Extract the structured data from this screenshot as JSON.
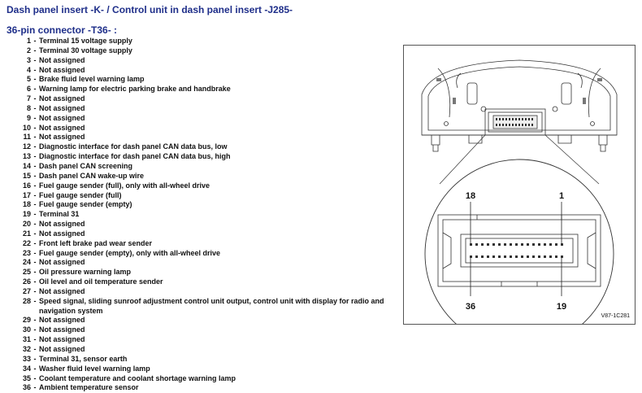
{
  "header": {
    "title": "Dash panel insert -K- / Control unit in dash panel insert -J285-",
    "subtitle": "36-pin connector -T36- :"
  },
  "pins": [
    {
      "num": "1",
      "desc": "Terminal 15 voltage supply"
    },
    {
      "num": "2",
      "desc": "Terminal 30 voltage supply"
    },
    {
      "num": "3",
      "desc": "Not assigned"
    },
    {
      "num": "4",
      "desc": "Not assigned"
    },
    {
      "num": "5",
      "desc": "Brake fluid level warning lamp"
    },
    {
      "num": "6",
      "desc": "Warning lamp for electric parking brake and handbrake"
    },
    {
      "num": "7",
      "desc": "Not assigned"
    },
    {
      "num": "8",
      "desc": "Not assigned"
    },
    {
      "num": "9",
      "desc": "Not assigned"
    },
    {
      "num": "10",
      "desc": "Not assigned"
    },
    {
      "num": "11",
      "desc": "Not assigned"
    },
    {
      "num": "12",
      "desc": "Diagnostic interface for dash panel CAN data bus, low"
    },
    {
      "num": "13",
      "desc": "Diagnostic interface for dash panel CAN data bus, high"
    },
    {
      "num": "14",
      "desc": "Dash panel CAN screening"
    },
    {
      "num": "15",
      "desc": "Dash panel CAN wake-up wire"
    },
    {
      "num": "16",
      "desc": "Fuel gauge sender (full), only with all-wheel drive"
    },
    {
      "num": "17",
      "desc": "Fuel gauge sender (full)"
    },
    {
      "num": "18",
      "desc": "Fuel gauge sender (empty)"
    },
    {
      "num": "19",
      "desc": "Terminal 31"
    },
    {
      "num": "20",
      "desc": "Not assigned"
    },
    {
      "num": "21",
      "desc": "Not assigned"
    },
    {
      "num": "22",
      "desc": "Front left brake pad wear sender"
    },
    {
      "num": "23",
      "desc": "Fuel gauge sender (empty), only with all-wheel drive"
    },
    {
      "num": "24",
      "desc": "Not assigned"
    },
    {
      "num": "25",
      "desc": "Oil pressure warning lamp"
    },
    {
      "num": "26",
      "desc": "Oil level and oil temperature sender"
    },
    {
      "num": "27",
      "desc": "Not assigned"
    },
    {
      "num": "28",
      "desc": "Speed signal, sliding sunroof adjustment control unit output, control unit with display for radio and navigation system"
    },
    {
      "num": "29",
      "desc": "Not assigned"
    },
    {
      "num": "30",
      "desc": "Not assigned"
    },
    {
      "num": "31",
      "desc": "Not assigned"
    },
    {
      "num": "32",
      "desc": "Not assigned"
    },
    {
      "num": "33",
      "desc": "Terminal 31, sensor earth"
    },
    {
      "num": "34",
      "desc": "Washer fluid level warning lamp"
    },
    {
      "num": "35",
      "desc": "Coolant temperature and coolant shortage warning lamp"
    },
    {
      "num": "36",
      "desc": "Ambient temperature sensor"
    }
  ],
  "figure": {
    "pin_label_top_left": "18",
    "pin_label_top_right": "1",
    "pin_label_bottom_left": "36",
    "pin_label_bottom_right": "19",
    "reference": "V87-1C281"
  }
}
